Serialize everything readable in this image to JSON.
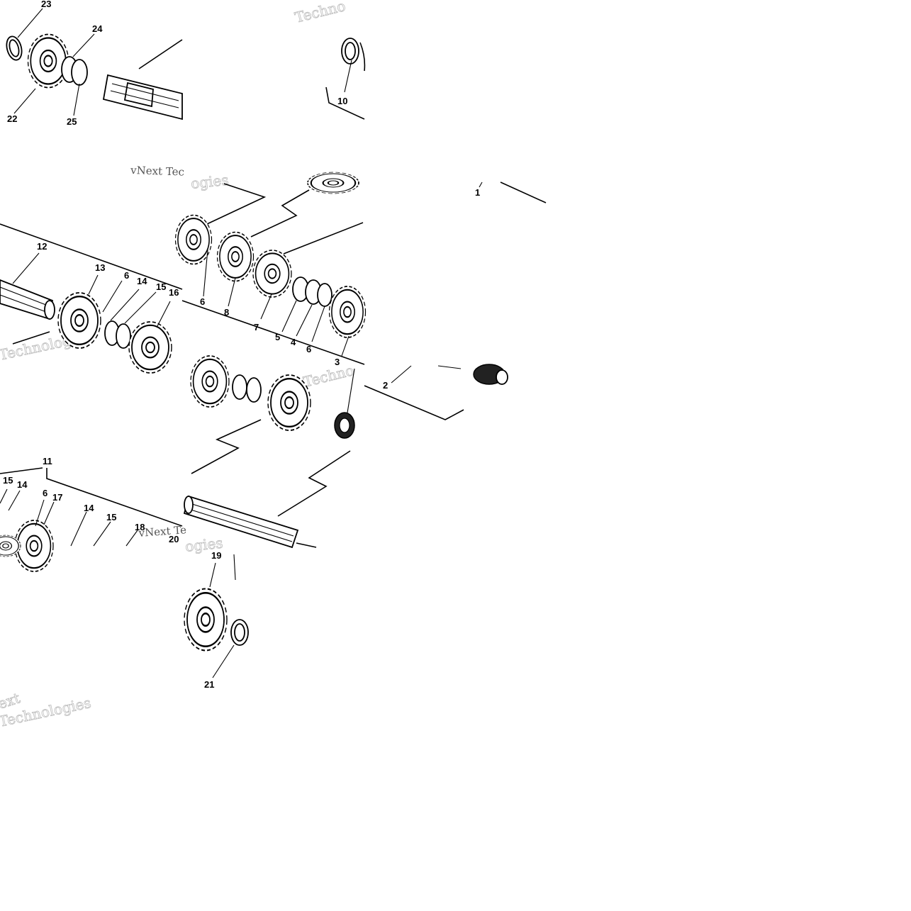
{
  "watermarks": {
    "w1": "Techno",
    "w2": "vNext Tec",
    "w3": "ogies",
    "w4": "Technologies",
    "w5": "Techno",
    "w6": "vNext Te",
    "w7": "ogies",
    "w8": "ext",
    "w9": "Technologies"
  },
  "callouts": {
    "c1": "1",
    "c2": "2",
    "c3": "3",
    "c4": "4",
    "c5": "5",
    "c6a": "6",
    "c6b": "6",
    "c6c": "6",
    "c6d": "6",
    "c7": "7",
    "c8": "8",
    "c10": "10",
    "c11": "11",
    "c12": "12",
    "c13": "13",
    "c14a": "14",
    "c14b": "14",
    "c14c": "14",
    "c15a": "15",
    "c15b": "15",
    "c15c": "15",
    "c16": "16",
    "c17": "17",
    "c18": "18",
    "c19": "19",
    "c20": "20",
    "c21": "21",
    "c22": "22",
    "c23": "23",
    "c24": "24",
    "c25": "25"
  }
}
